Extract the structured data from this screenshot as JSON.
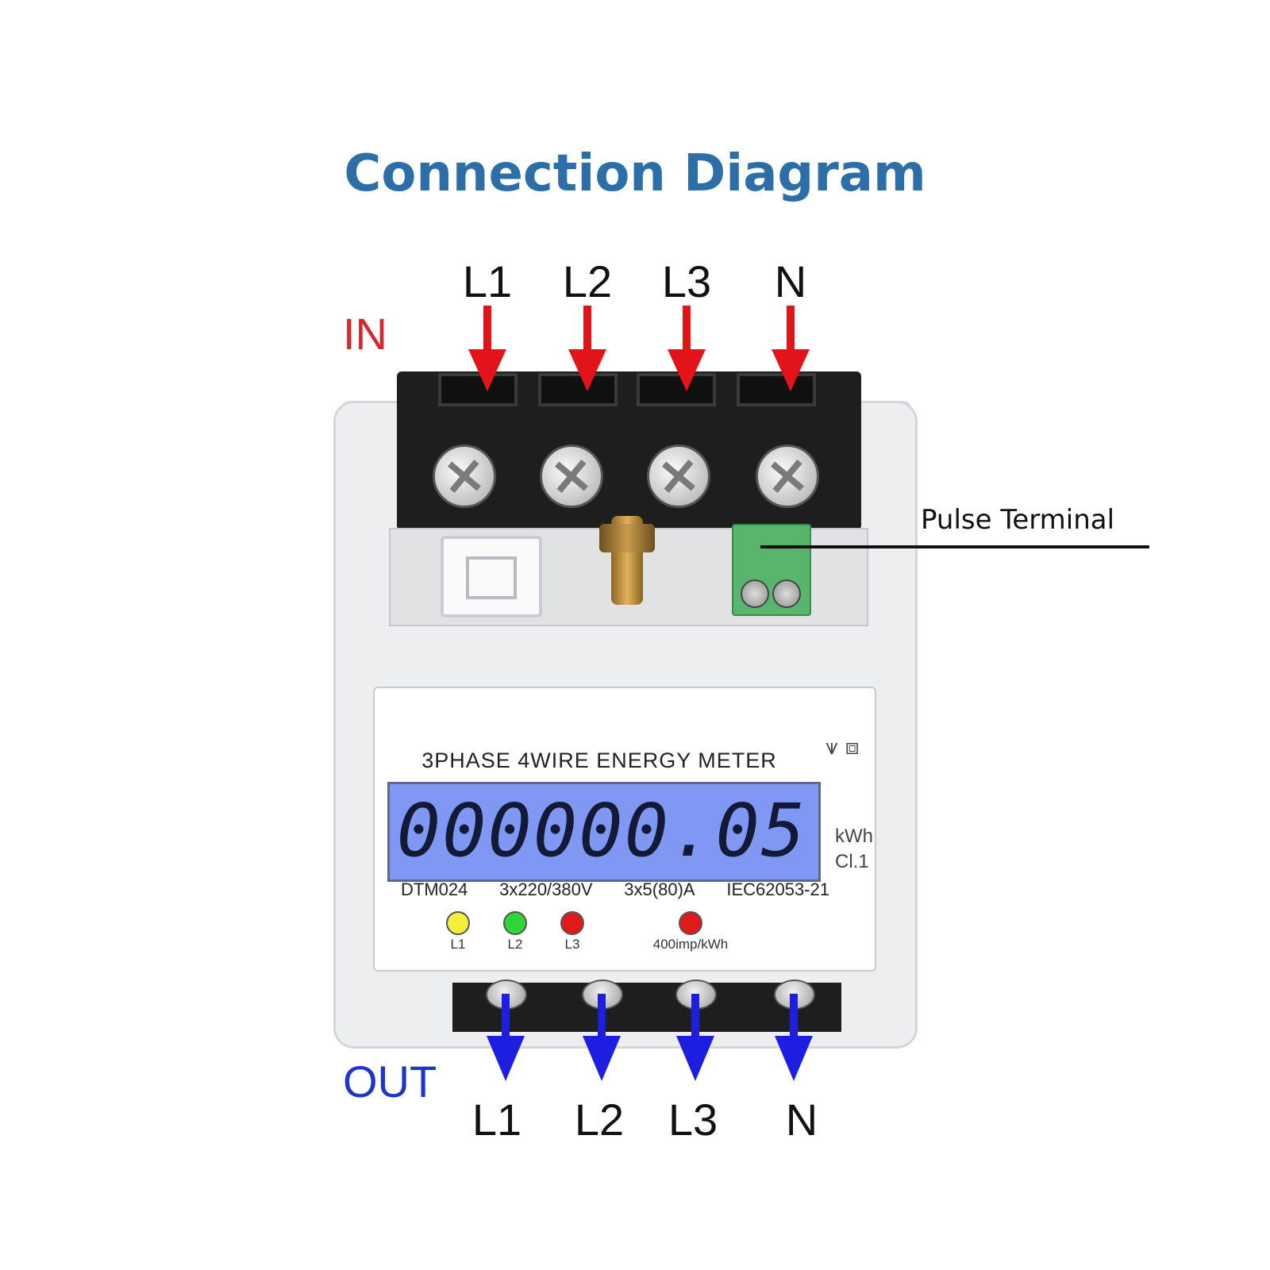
{
  "title": "Connection Diagram",
  "input": {
    "label": "IN",
    "color": "#d8262b",
    "terminals": [
      "L1",
      "L2",
      "L3",
      "N"
    ]
  },
  "output": {
    "label": "OUT",
    "color": "#1d35c8",
    "terminals": [
      "L1",
      "L2",
      "L3",
      "N"
    ]
  },
  "callout": {
    "pulse_terminal": "Pulse Terminal"
  },
  "meter": {
    "name": "3PHASE 4WIRE ENERGY METER",
    "display_reading": "000000.05",
    "unit": "kWh",
    "accuracy_class": "Cl.1",
    "specs": [
      "DTM024",
      "3x220/380V",
      "3x5(80)A",
      "IEC62053-21"
    ],
    "indicators": [
      {
        "label": "L1",
        "color": "#f2ee3a"
      },
      {
        "label": "L2",
        "color": "#2fd63a"
      },
      {
        "label": "L3",
        "color": "#e01a1a"
      },
      {
        "label": "400imp/kWh",
        "color": "#e01a1a"
      }
    ],
    "lcd_color": "#7e98f3"
  }
}
